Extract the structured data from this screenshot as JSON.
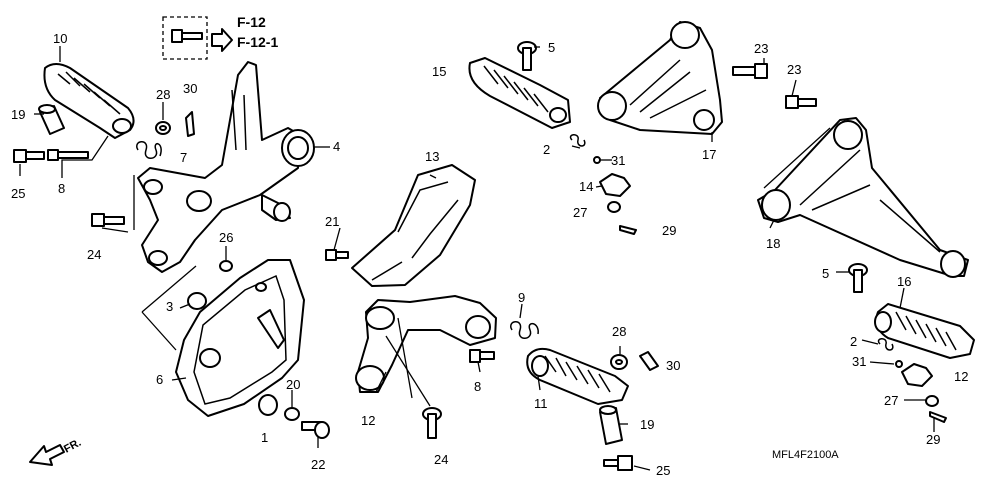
{
  "refs": {
    "ref_a": "F-12",
    "ref_b": "F-12-1"
  },
  "front_label": "FR.",
  "drawing_code": "MFL4F2100A",
  "callouts": {
    "c10": "10",
    "c19a": "19",
    "c25a": "25",
    "c8a": "8",
    "c28a": "28",
    "c30a": "30",
    "c7": "7",
    "c4": "4",
    "c24a": "24",
    "c26": "26",
    "c3": "3",
    "c6": "6",
    "c20": "20",
    "c1": "1",
    "c22": "22",
    "c15": "15",
    "c5a": "5",
    "c2a": "2",
    "c31a": "31",
    "c14a": "14",
    "c27a": "27",
    "c29a": "29",
    "c13": "13",
    "c21": "21",
    "c9": "9",
    "c12": "12",
    "c8b": "8",
    "c24b": "24",
    "c28b": "28",
    "c30b": "30",
    "c11": "11",
    "c19b": "19",
    "c25b": "25",
    "c17": "17",
    "c23a": "23",
    "c23b": "23",
    "c18": "18",
    "c5b": "5",
    "c16": "16",
    "c2b": "2",
    "c31b": "31",
    "c14b": "12",
    "c27b": "27",
    "c29b": "29"
  }
}
